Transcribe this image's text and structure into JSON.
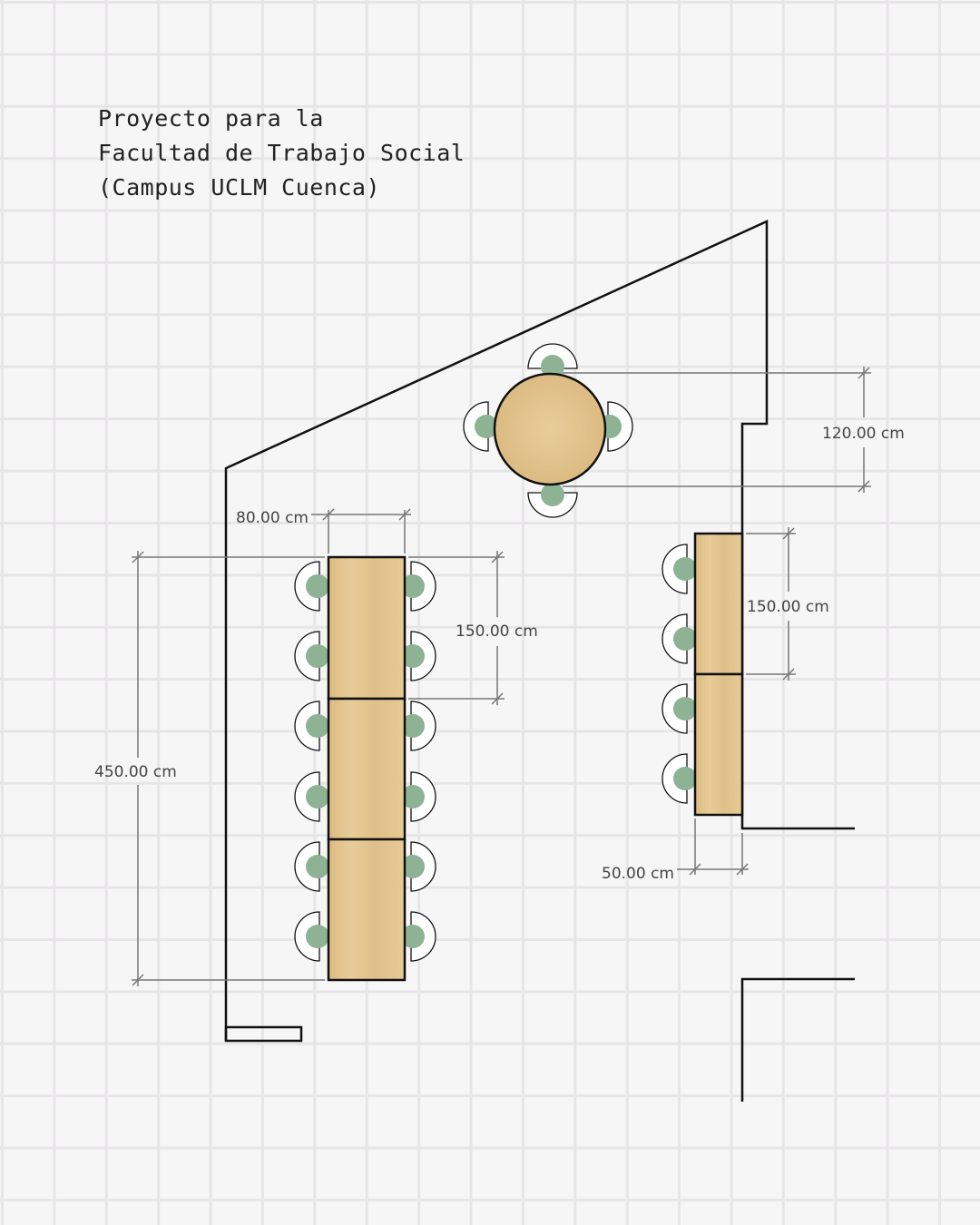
{
  "title": {
    "lines": [
      "Proyecto para la",
      "Facultad de Trabajo Social",
      "(Campus UCLM Cuenca)"
    ]
  },
  "dimensions": {
    "table_width": "80.00 cm",
    "total_length": "450.00 cm",
    "module_length_left": "150.00 cm",
    "round_table_diameter": "120.00 cm",
    "module_length_right": "150.00 cm",
    "narrow_table_width": "50.00 cm"
  },
  "colors": {
    "wall": "#111111",
    "wood": "#e2c48d",
    "chair_seat": "#8db294",
    "dimension_line": "#777777"
  }
}
